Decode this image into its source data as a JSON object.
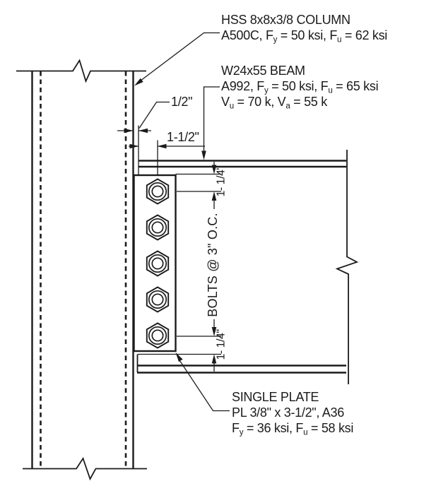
{
  "callouts": {
    "column": {
      "line1": "HSS 8x8x3/8 COLUMN",
      "line2": {
        "segments": [
          {
            "text": "A500C, F",
            "sub": false
          },
          {
            "text": "y",
            "sub": true
          },
          {
            "text": " = 50 ksi, F",
            "sub": false
          },
          {
            "text": "u",
            "sub": true
          },
          {
            "text": " = 62 ksi",
            "sub": false
          }
        ]
      }
    },
    "beam": {
      "line1": "W24x55 BEAM",
      "line2": {
        "segments": [
          {
            "text": "A992, F",
            "sub": false
          },
          {
            "text": "y",
            "sub": true
          },
          {
            "text": " = 50 ksi, F",
            "sub": false
          },
          {
            "text": "u",
            "sub": true
          },
          {
            "text": " = 65 ksi",
            "sub": false
          }
        ]
      },
      "line3": {
        "segments": [
          {
            "text": "V",
            "sub": false
          },
          {
            "text": "u",
            "sub": true
          },
          {
            "text": " = 70 k, V",
            "sub": false
          },
          {
            "text": "a",
            "sub": true
          },
          {
            "text": " = 55 k",
            "sub": false
          }
        ]
      }
    },
    "plate": {
      "line1": "SINGLE PLATE",
      "line2": "PL 3/8\" x 3-1/2\", A36",
      "line3": {
        "segments": [
          {
            "text": "F",
            "sub": false
          },
          {
            "text": "y",
            "sub": true
          },
          {
            "text": " = 36 ksi, F",
            "sub": false
          },
          {
            "text": "u",
            "sub": true
          },
          {
            "text": " = 58 ksi",
            "sub": false
          }
        ]
      }
    }
  },
  "dimensions": {
    "setback": "1/2\"",
    "horizontal_edge_distance": "1-1/2\"",
    "top_edge_distance": "1- 1/4\"",
    "bolt_spacing": "BOLTS @ 3\" O.C.",
    "bottom_edge_distance": "1- 1/4\""
  },
  "bolts": {
    "count": 5
  },
  "colors": {
    "line": "#1b1b1b",
    "background": "#ffffff"
  }
}
